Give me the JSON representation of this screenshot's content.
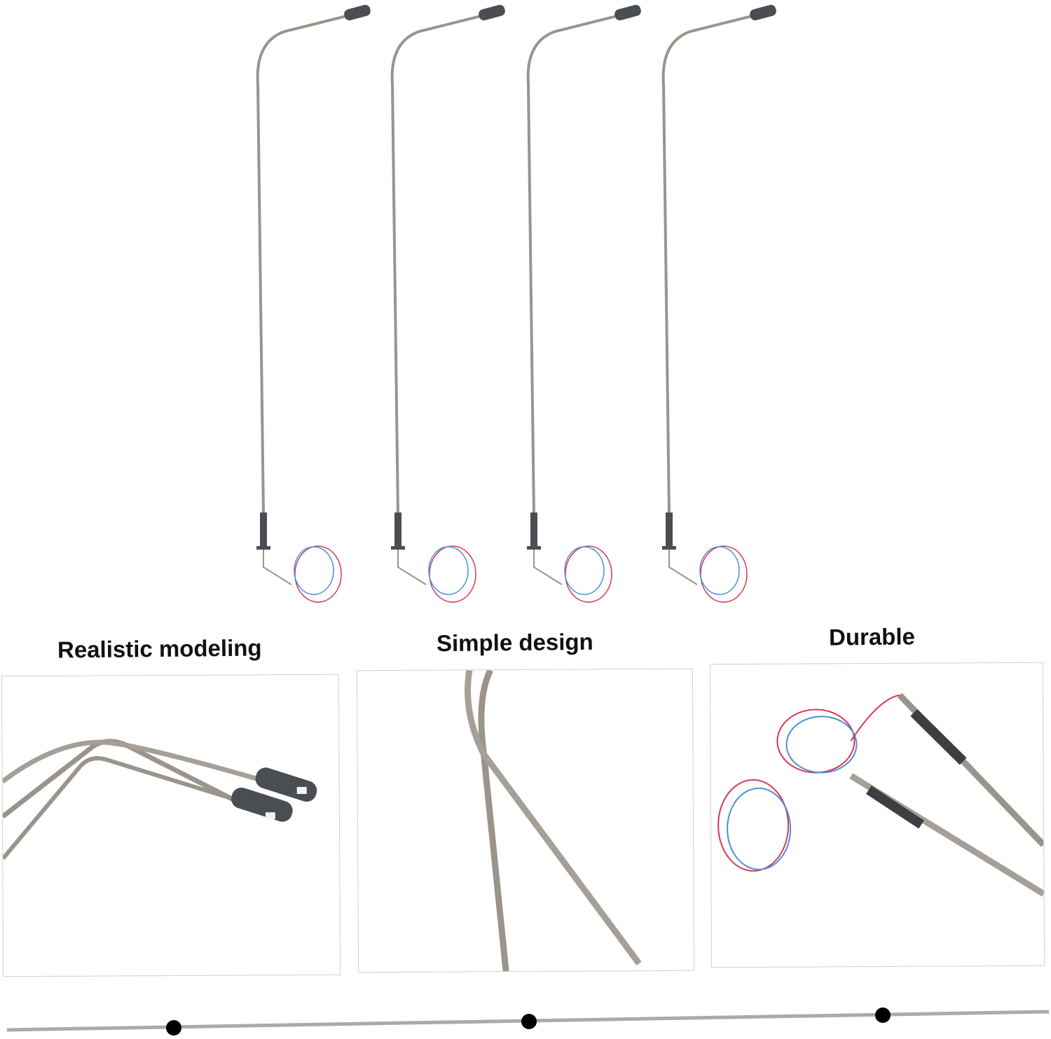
{
  "features": [
    {
      "label": "Realistic modeling"
    },
    {
      "label": "Simple design"
    },
    {
      "label": "Durable"
    }
  ],
  "product": {
    "lamp_count": 4
  },
  "colors": {
    "pole": "#9a948c",
    "head": "#4a4d52",
    "wire_red": "#d23a5a",
    "wire_blue": "#4a8fd8",
    "slider": "#aaaaaa",
    "dot": "#000000"
  },
  "slider": {
    "dot_count": 3
  }
}
